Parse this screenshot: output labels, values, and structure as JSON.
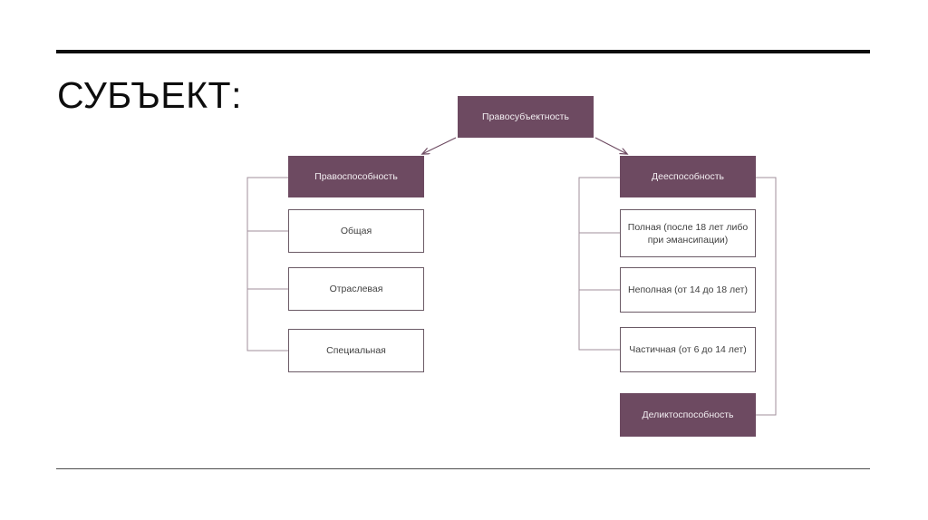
{
  "slide": {
    "title": "СУБЪЕКТ:",
    "colors": {
      "accent_fill": "#6d4a61",
      "accent_text": "#f2eef1",
      "box_border": "#6b5a66",
      "box_fill": "#ffffff",
      "connector": "#a08f9b",
      "rule_top": "#0d0d0d",
      "rule_bottom": "#4d4d4d",
      "background": "#ffffff"
    }
  },
  "diagram": {
    "type": "hierarchy",
    "root": {
      "id": "root",
      "label": "Правосубъектность",
      "style": "filled"
    },
    "branches": [
      {
        "id": "left",
        "head": {
          "id": "left-head",
          "label": "Правоспособность",
          "style": "filled"
        },
        "children": [
          {
            "id": "left-1",
            "label": "Общая",
            "style": "outlined"
          },
          {
            "id": "left-2",
            "label": "Отраслевая",
            "style": "outlined"
          },
          {
            "id": "left-3",
            "label": "Специальная",
            "style": "outlined"
          }
        ]
      },
      {
        "id": "right",
        "head": {
          "id": "right-head",
          "label": "Дееспособность",
          "style": "filled"
        },
        "children": [
          {
            "id": "right-1",
            "label": "Полная (после 18 лет либо при эмансипации)",
            "style": "outlined"
          },
          {
            "id": "right-2",
            "label": "Неполная (от 14 до 18 лет)",
            "style": "outlined"
          },
          {
            "id": "right-3",
            "label": "Частичная (от 6 до 14 лет)",
            "style": "outlined"
          }
        ],
        "sibling": {
          "id": "delict",
          "label": "Деликтоспособность",
          "style": "filled"
        }
      }
    ]
  }
}
